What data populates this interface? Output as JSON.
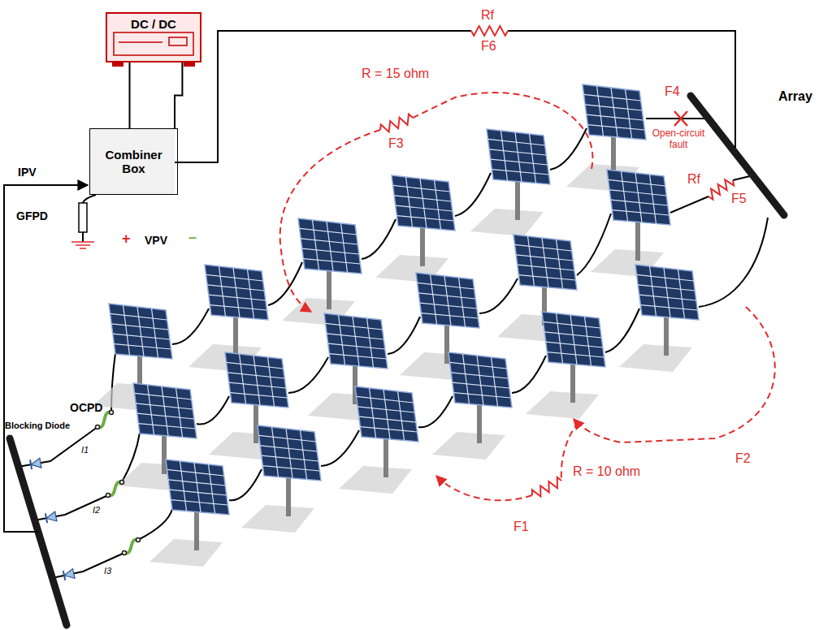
{
  "diagram": {
    "nodes": [
      {
        "text": [
          "DC / DC"
        ]
      },
      {
        "text": [
          "Combiner Box"
        ]
      }
    ],
    "edges": [
      {
        "from": 0,
        "to": 1,
        "arrow": "none"
      },
      {
        "from": 0,
        "to": 1,
        "arrow": "none"
      }
    ],
    "labels": [
      "Rf",
      "F6",
      "R = 15 ohm",
      "F3",
      "F4",
      "Open-circuit fault",
      "Array",
      "Rf",
      "F5",
      "IPV",
      "GFPD",
      "+",
      "VPV",
      "–",
      "OCPD",
      "Blocking Diode",
      "I1",
      "I2",
      "I3",
      "R = 10 ohm",
      "F1",
      "F2"
    ]
  }
}
